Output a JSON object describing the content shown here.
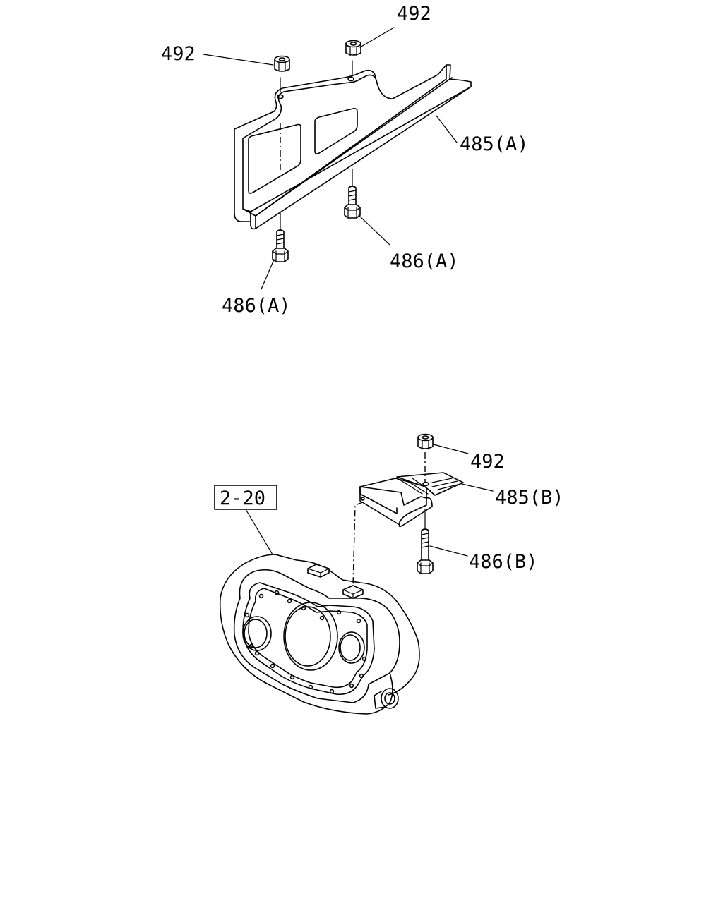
{
  "callouts": {
    "top_492_left": "492",
    "top_492_right": "492",
    "top_485a": "485(A)",
    "top_486a_right": "486(A)",
    "top_486a_left": "486(A)",
    "bottom_492": "492",
    "bottom_485b": "485(B)",
    "bottom_486b": "486(B)",
    "reference_box": "2-20"
  }
}
